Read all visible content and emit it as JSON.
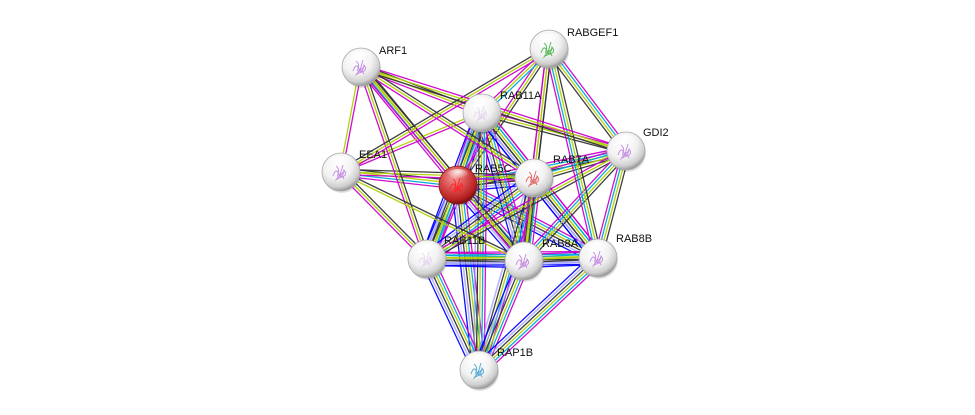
{
  "network": {
    "query_node": "RAB5C",
    "edge_colors": {
      "experiments": "#cc00cc",
      "databases": "#00a8d8",
      "textmining": "#b0d000",
      "coexpression": "#333333",
      "homology": "#9999ff",
      "cooccurrence": "#0000ff"
    },
    "nodes": [
      {
        "id": "ARF1",
        "label": "ARF1",
        "fill": "#ffffff",
        "glyph": "#c080e0",
        "query": false
      },
      {
        "id": "RABGEF1",
        "label": "RABGEF1",
        "fill": "#ffffff",
        "glyph": "#40b040",
        "query": false
      },
      {
        "id": "RAB11A",
        "label": "RAB11A",
        "fill": "#ffffff",
        "glyph": "#c080e0",
        "query": false
      },
      {
        "id": "EEA1",
        "label": "EEA1",
        "fill": "#ffffff",
        "glyph": "#c080e0",
        "query": false
      },
      {
        "id": "RAB5C",
        "label": "RAB5C",
        "fill": "#d42a2a",
        "glyph": "#ff2020",
        "query": true
      },
      {
        "id": "RAB7A",
        "label": "RAB7A",
        "fill": "#ffffff",
        "glyph": "#e05050",
        "query": false
      },
      {
        "id": "GDI2",
        "label": "GDI2",
        "fill": "#ffffff",
        "glyph": "#c080e0",
        "query": false
      },
      {
        "id": "RAB11B",
        "label": "RAB11B",
        "fill": "#ffffff",
        "glyph": "#c080e0",
        "query": false
      },
      {
        "id": "RAB8A",
        "label": "RAB8A",
        "fill": "#ffffff",
        "glyph": "#c080e0",
        "query": false
      },
      {
        "id": "RAB8B",
        "label": "RAB8B",
        "fill": "#ffffff",
        "glyph": "#c080e0",
        "query": false
      },
      {
        "id": "RAP1B",
        "label": "RAP1B",
        "fill": "#ffffff",
        "glyph": "#40a0d0",
        "query": false
      }
    ],
    "edges": [
      {
        "source": "RAB5C",
        "target": "RAB11A",
        "types": [
          "experiments",
          "databases",
          "textmining",
          "coexpression",
          "homology",
          "cooccurrence"
        ]
      },
      {
        "source": "RAB5C",
        "target": "RAB7A",
        "types": [
          "experiments",
          "databases",
          "textmining",
          "coexpression",
          "homology",
          "cooccurrence"
        ]
      },
      {
        "source": "RAB5C",
        "target": "RAB11B",
        "types": [
          "experiments",
          "databases",
          "textmining",
          "coexpression",
          "homology",
          "cooccurrence"
        ]
      },
      {
        "source": "RAB5C",
        "target": "RAB8A",
        "types": [
          "experiments",
          "databases",
          "textmining",
          "coexpression",
          "homology",
          "cooccurrence"
        ]
      },
      {
        "source": "RAB5C",
        "target": "RAB8B",
        "types": [
          "experiments",
          "databases",
          "textmining",
          "coexpression",
          "homology",
          "cooccurrence"
        ]
      },
      {
        "source": "RAB5C",
        "target": "RAP1B",
        "types": [
          "experiments",
          "databases",
          "textmining",
          "coexpression",
          "homology",
          "cooccurrence"
        ]
      },
      {
        "source": "RAB5C",
        "target": "EEA1",
        "types": [
          "experiments",
          "databases",
          "textmining",
          "coexpression"
        ]
      },
      {
        "source": "RAB5C",
        "target": "ARF1",
        "types": [
          "experiments",
          "databases",
          "textmining",
          "coexpression"
        ]
      },
      {
        "source": "RAB5C",
        "target": "RABGEF1",
        "types": [
          "experiments",
          "textmining",
          "coexpression"
        ]
      },
      {
        "source": "RAB5C",
        "target": "GDI2",
        "types": [
          "experiments",
          "databases",
          "textmining",
          "coexpression"
        ]
      },
      {
        "source": "RAB11A",
        "target": "RAB11B",
        "types": [
          "experiments",
          "databases",
          "textmining",
          "coexpression",
          "homology",
          "cooccurrence"
        ]
      },
      {
        "source": "RAB11A",
        "target": "RAB8A",
        "types": [
          "experiments",
          "databases",
          "textmining",
          "coexpression",
          "homology",
          "cooccurrence"
        ]
      },
      {
        "source": "RAB11A",
        "target": "RAB8B",
        "types": [
          "experiments",
          "databases",
          "textmining",
          "coexpression",
          "homology",
          "cooccurrence"
        ]
      },
      {
        "source": "RAB11A",
        "target": "RAB7A",
        "types": [
          "experiments",
          "databases",
          "textmining",
          "coexpression",
          "homology",
          "cooccurrence"
        ]
      },
      {
        "source": "RAB11A",
        "target": "RAP1B",
        "types": [
          "experiments",
          "databases",
          "textmining",
          "coexpression",
          "homology"
        ]
      },
      {
        "source": "RAB11A",
        "target": "GDI2",
        "types": [
          "experiments",
          "textmining",
          "coexpression"
        ]
      },
      {
        "source": "RAB11A",
        "target": "ARF1",
        "types": [
          "experiments",
          "textmining",
          "coexpression"
        ]
      },
      {
        "source": "RAB11A",
        "target": "EEA1",
        "types": [
          "experiments",
          "textmining"
        ]
      },
      {
        "source": "RAB11A",
        "target": "RABGEF1",
        "types": [
          "experiments",
          "textmining",
          "databases"
        ]
      },
      {
        "source": "RAB7A",
        "target": "RAB8A",
        "types": [
          "experiments",
          "databases",
          "textmining",
          "coexpression",
          "homology",
          "cooccurrence"
        ]
      },
      {
        "source": "RAB7A",
        "target": "RAB8B",
        "types": [
          "experiments",
          "databases",
          "textmining",
          "coexpression",
          "homology",
          "cooccurrence"
        ]
      },
      {
        "source": "RAB7A",
        "target": "RAB11B",
        "types": [
          "experiments",
          "databases",
          "textmining",
          "coexpression",
          "homology",
          "cooccurrence"
        ]
      },
      {
        "source": "RAB7A",
        "target": "RAP1B",
        "types": [
          "experiments",
          "databases",
          "textmining",
          "coexpression",
          "homology"
        ]
      },
      {
        "source": "RAB7A",
        "target": "GDI2",
        "types": [
          "experiments",
          "databases",
          "textmining",
          "coexpression"
        ]
      },
      {
        "source": "RAB7A",
        "target": "RABGEF1",
        "types": [
          "experiments",
          "textmining",
          "coexpression"
        ]
      },
      {
        "source": "RAB7A",
        "target": "EEA1",
        "types": [
          "experiments",
          "textmining",
          "coexpression"
        ]
      },
      {
        "source": "RAB7A",
        "target": "ARF1",
        "types": [
          "experiments",
          "textmining",
          "coexpression"
        ]
      },
      {
        "source": "RAB11B",
        "target": "RAB8A",
        "types": [
          "experiments",
          "databases",
          "textmining",
          "coexpression",
          "homology",
          "cooccurrence"
        ]
      },
      {
        "source": "RAB11B",
        "target": "RAB8B",
        "types": [
          "experiments",
          "databases",
          "textmining",
          "coexpression",
          "homology",
          "cooccurrence"
        ]
      },
      {
        "source": "RAB11B",
        "target": "RAP1B",
        "types": [
          "experiments",
          "databases",
          "textmining",
          "coexpression",
          "homology",
          "cooccurrence"
        ]
      },
      {
        "source": "RAB11B",
        "target": "EEA1",
        "types": [
          "experiments",
          "textmining",
          "coexpression"
        ]
      },
      {
        "source": "RAB11B",
        "target": "ARF1",
        "types": [
          "experiments",
          "textmining",
          "coexpression"
        ]
      },
      {
        "source": "RAB11B",
        "target": "GDI2",
        "types": [
          "experiments",
          "textmining",
          "coexpression"
        ]
      },
      {
        "source": "RAB8A",
        "target": "RAB8B",
        "types": [
          "experiments",
          "databases",
          "textmining",
          "coexpression",
          "homology",
          "cooccurrence"
        ]
      },
      {
        "source": "RAB8A",
        "target": "RAP1B",
        "types": [
          "experiments",
          "databases",
          "textmining",
          "coexpression",
          "homology",
          "cooccurrence"
        ]
      },
      {
        "source": "RAB8A",
        "target": "GDI2",
        "types": [
          "experiments",
          "databases",
          "textmining",
          "coexpression"
        ]
      },
      {
        "source": "RAB8A",
        "target": "RABGEF1",
        "types": [
          "experiments",
          "textmining",
          "coexpression"
        ]
      },
      {
        "source": "RAB8A",
        "target": "ARF1",
        "types": [
          "experiments",
          "textmining",
          "coexpression"
        ]
      },
      {
        "source": "RAB8A",
        "target": "EEA1",
        "types": [
          "textmining",
          "coexpression"
        ]
      },
      {
        "source": "RAB8B",
        "target": "RAP1B",
        "types": [
          "experiments",
          "databases",
          "textmining",
          "coexpression",
          "homology",
          "cooccurrence"
        ]
      },
      {
        "source": "RAB8B",
        "target": "GDI2",
        "types": [
          "experiments",
          "databases",
          "textmining",
          "coexpression"
        ]
      },
      {
        "source": "RAB8B",
        "target": "RABGEF1",
        "types": [
          "experiments",
          "databases",
          "textmining",
          "coexpression"
        ]
      },
      {
        "source": "RABGEF1",
        "target": "GDI2",
        "types": [
          "experiments",
          "databases",
          "textmining",
          "coexpression"
        ]
      },
      {
        "source": "RABGEF1",
        "target": "EEA1",
        "types": [
          "experiments",
          "textmining",
          "coexpression"
        ]
      },
      {
        "source": "ARF1",
        "target": "EEA1",
        "types": [
          "experiments",
          "textmining"
        ]
      },
      {
        "source": "ARF1",
        "target": "GDI2",
        "types": [
          "experiments",
          "textmining",
          "coexpression"
        ]
      }
    ]
  }
}
